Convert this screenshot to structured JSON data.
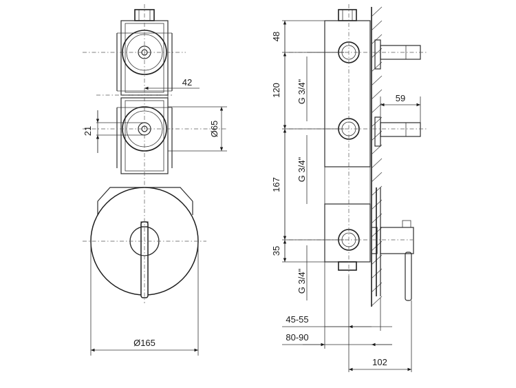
{
  "front_view": {
    "dim_spacing": "42",
    "dim_offset": "21",
    "dim_port_diameter": "Ø65",
    "dim_plate_diameter": "Ø165"
  },
  "side_view": {
    "dim_top": "48",
    "dim_middle": "120",
    "dim_lower": "167",
    "dim_bottom": "35",
    "thread_upper": "G 3/4\"",
    "thread_middle": "G 3/4\"",
    "thread_lower": "G 3/4\"",
    "dim_outlet": "59",
    "dim_depth_min": "45-55",
    "dim_depth_max": "80-90",
    "dim_total": "102"
  }
}
